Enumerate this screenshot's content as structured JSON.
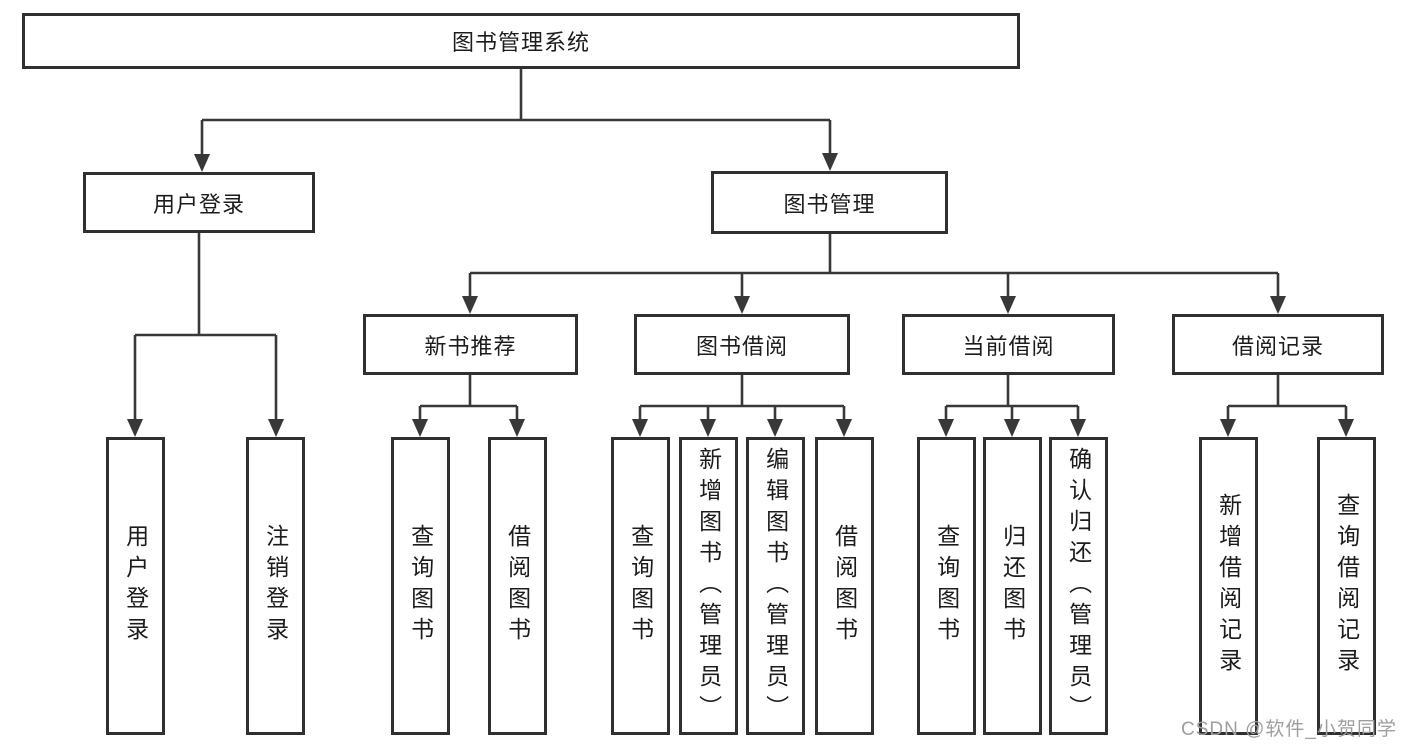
{
  "diagram": {
    "title": "图书管理系统",
    "colors": {
      "line": "#383838",
      "box_border": "#303030",
      "text": "#1c1c1c",
      "watermark": "#9e9e9e",
      "background": "#ffffff"
    },
    "nodes": {
      "root": {
        "label": "图书管理系统"
      },
      "level2": [
        {
          "label": "用户登录"
        },
        {
          "label": "图书管理"
        }
      ],
      "level3": [
        {
          "label": "新书推荐",
          "parent": "图书管理"
        },
        {
          "label": "图书借阅",
          "parent": "图书管理"
        },
        {
          "label": "当前借阅",
          "parent": "图书管理"
        },
        {
          "label": "借阅记录",
          "parent": "图书管理"
        }
      ],
      "leaves": [
        {
          "label": "用户登录",
          "parent": "用户登录"
        },
        {
          "label": "注销登录",
          "parent": "用户登录"
        },
        {
          "label": "查询图书",
          "parent": "新书推荐"
        },
        {
          "label": "借阅图书",
          "parent": "新书推荐"
        },
        {
          "label": "查询图书",
          "parent": "图书借阅"
        },
        {
          "label": "新增图书（管理员）",
          "parent": "图书借阅"
        },
        {
          "label": "编辑图书（管理员）",
          "parent": "图书借阅"
        },
        {
          "label": "借阅图书",
          "parent": "图书借阅"
        },
        {
          "label": "查询图书",
          "parent": "当前借阅"
        },
        {
          "label": "归还图书",
          "parent": "当前借阅"
        },
        {
          "label": "确认归还（管理员）",
          "parent": "当前借阅"
        },
        {
          "label": "新增借阅记录",
          "parent": "借阅记录"
        },
        {
          "label": "查询借阅记录",
          "parent": "借阅记录"
        }
      ]
    }
  },
  "watermark": {
    "text": "CSDN @软件_小贺同学"
  }
}
